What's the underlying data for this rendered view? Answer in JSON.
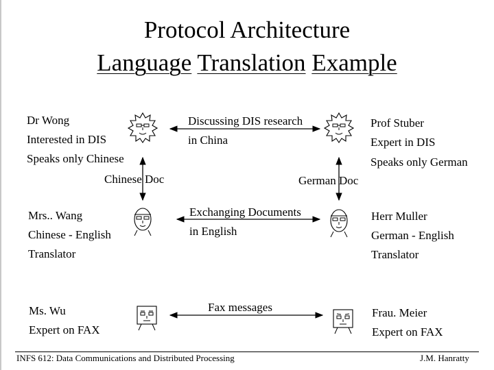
{
  "title": {
    "line1": "Protocol Architecture",
    "line2_words": [
      "Language",
      "Translation",
      "Example"
    ]
  },
  "level1": {
    "left_person": [
      "Dr Wong",
      "Interested in DIS",
      "Speaks only Chinese"
    ],
    "right_person": [
      "Prof Stuber",
      "Expert in DIS",
      "Speaks only German"
    ],
    "link": [
      "Discussing DIS research",
      "in China"
    ]
  },
  "vertical_links": {
    "left": "Chinese Doc",
    "right": "German Doc"
  },
  "level2": {
    "left_person": [
      "Mrs.. Wang",
      "Chinese - English",
      "Translator"
    ],
    "right_person": [
      "Herr Muller",
      "German - English",
      "Translator"
    ],
    "link": [
      "Exchanging Documents",
      "in English"
    ]
  },
  "level3": {
    "left_person": [
      "Ms. Wu",
      "Expert on FAX"
    ],
    "right_person": [
      "Frau. Meier",
      "Expert on FAX"
    ],
    "link": "Fax messages"
  },
  "footer": {
    "left": "INFS 612: Data Communications and Distributed Processing",
    "right": "J.M. Hanratty"
  },
  "icons": {
    "level1": "spiky-head-icon",
    "level2": "bald-head-icon",
    "level3": "square-head-icon"
  }
}
